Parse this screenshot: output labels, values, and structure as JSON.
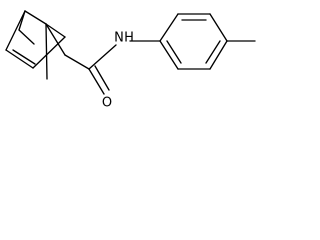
{
  "structure": {
    "atoms": {
      "oxygen": "O",
      "amide_nitrogen": "N",
      "amide_hydrogen": "H"
    },
    "colors": {
      "bond": "#000000",
      "label": "#000000",
      "background": "#ffffff"
    }
  }
}
